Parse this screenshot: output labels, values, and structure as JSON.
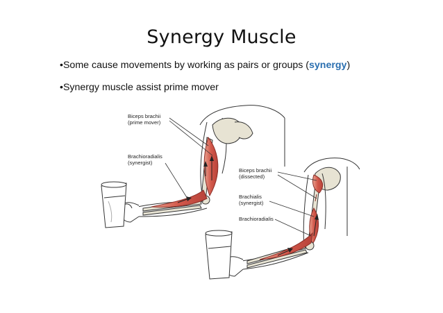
{
  "slide": {
    "title": "Synergy Muscle",
    "bullets": [
      {
        "marker": "•",
        "text_before": "Some cause movements by working as pairs or groups (",
        "highlight": "synergy",
        "text_after": ")"
      },
      {
        "marker": "•",
        "text": "Synergy muscle assist prime mover"
      }
    ],
    "highlight_color": "#2a6fb0"
  },
  "figure": {
    "left_arm": {
      "label_biceps_line1": "Biceps brachii",
      "label_biceps_line2": "(prime mover)",
      "label_brachio_line1": "Brachioradialis",
      "label_brachio_line2": "(synergist)"
    },
    "right_arm": {
      "label_biceps_line1": "Biceps brachii",
      "label_biceps_line2": "(dissected)",
      "label_brachialis_line1": "Brachialis",
      "label_brachialis_line2": "(synergist)",
      "label_brachio": "Brachioradialis"
    },
    "colors": {
      "muscle": "#d2584a",
      "muscle_light": "#e9a08f",
      "bone": "#e7e3d3",
      "outline": "#333333"
    }
  }
}
